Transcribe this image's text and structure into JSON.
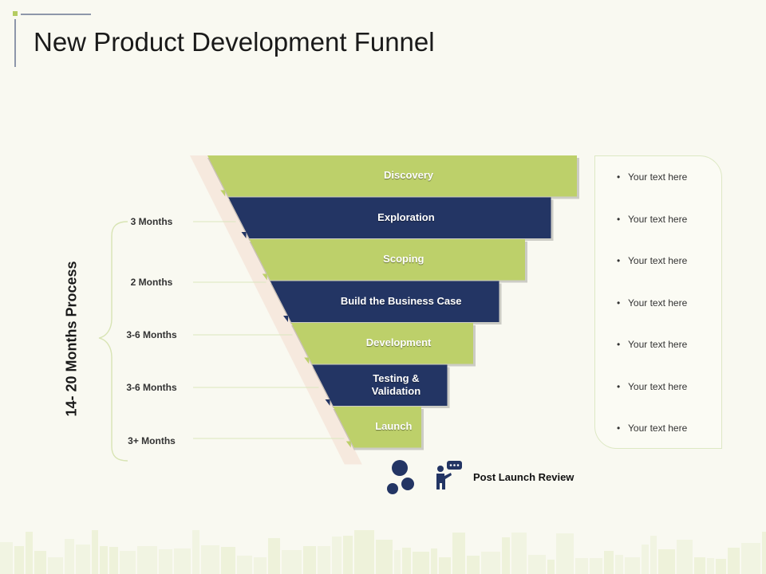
{
  "slide": {
    "title": "New Product Development Funnel",
    "side_label": "14- 20 Months Process"
  },
  "colors": {
    "green": "#bdd06a",
    "navy": "#233564",
    "background": "#f9f9f1",
    "accent_square": "#b5cc62"
  },
  "funnel": {
    "stages": [
      {
        "label": "Discovery",
        "color": "green"
      },
      {
        "label": "Exploration",
        "color": "navy"
      },
      {
        "label": "Scoping",
        "color": "green"
      },
      {
        "label": "Build the Business Case",
        "color": "navy"
      },
      {
        "label": "Development",
        "color": "green"
      },
      {
        "label": "Testing &\nValidation",
        "color": "navy"
      },
      {
        "label": "Launch",
        "color": "green"
      }
    ]
  },
  "durations": [
    "3 Months",
    "2 Months",
    "3-6 Months",
    "3-6 Months",
    "3+ Months"
  ],
  "notes": [
    "Your text here",
    "Your text here",
    "Your text here",
    "Your text here",
    "Your text here",
    "Your text here",
    "Your text here"
  ],
  "review": {
    "label": "Post Launch Review",
    "icons": [
      "circles-icon",
      "presenter-icon"
    ]
  }
}
